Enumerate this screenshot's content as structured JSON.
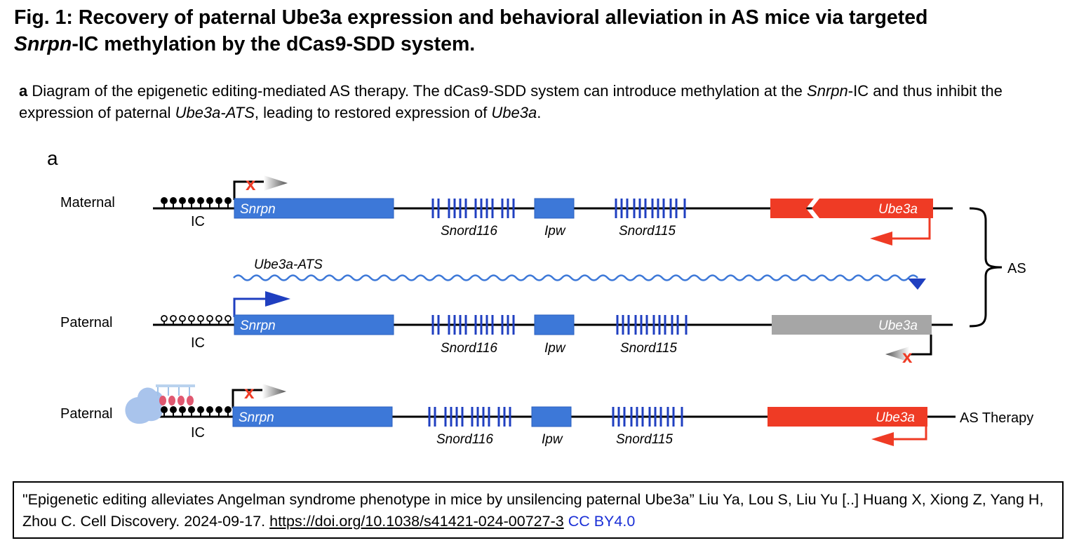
{
  "title": {
    "line1": "Fig. 1: Recovery of paternal Ube3a expression and behavioral alleviation in AS mice via targeted",
    "line2_italic": "Snrpn",
    "line2_rest": "-IC methylation by the dCas9-SDD system."
  },
  "caption": {
    "panel": "a",
    "t1": " Diagram of the epigenetic editing-mediated AS therapy. The dCas9-SDD system can introduce methylation at the ",
    "i1": "Snrpn",
    "t2": "-IC and thus inhibit the expression of paternal ",
    "i2": "Ube3a-ATS",
    "t3": ", leading to restored expression of ",
    "i3": "Ube3a",
    "t4": "."
  },
  "figure": {
    "panel_label": "a",
    "rows": [
      {
        "label": "Maternal"
      },
      {
        "label": "Paternal"
      },
      {
        "label": "Paternal"
      }
    ],
    "ic_label": "IC",
    "gene_snrpn": "Snrpn",
    "gene_snord116": "Snord116",
    "gene_ipw": "Ipw",
    "gene_snord115": "Snord115",
    "gene_ube3a": "Ube3a",
    "transcript_label": "Ube3a-ATS",
    "bracket_label": "AS",
    "therapy_label": "AS Therapy",
    "silenced_mark": "x",
    "colors": {
      "blue": "#3d78d8",
      "dark_blue": "#1f3fc0",
      "red": "#ef3b25",
      "gray": "#a6a6a6",
      "dcas9": "#a9c4ec"
    }
  },
  "citation": {
    "text1": "\"Epigenetic editing alleviates Angelman syndrome phenotype in mice by unsilencing paternal Ube3a” Liu Ya, Lou S, Liu Yu [..] Huang X, Xiong Z, Yang H, Zhou C. Cell Discovery. 2024-09-17. ",
    "doi": "https://doi.org/10.1038/s41421-024-00727-3",
    "license": "CC BY4.0"
  }
}
